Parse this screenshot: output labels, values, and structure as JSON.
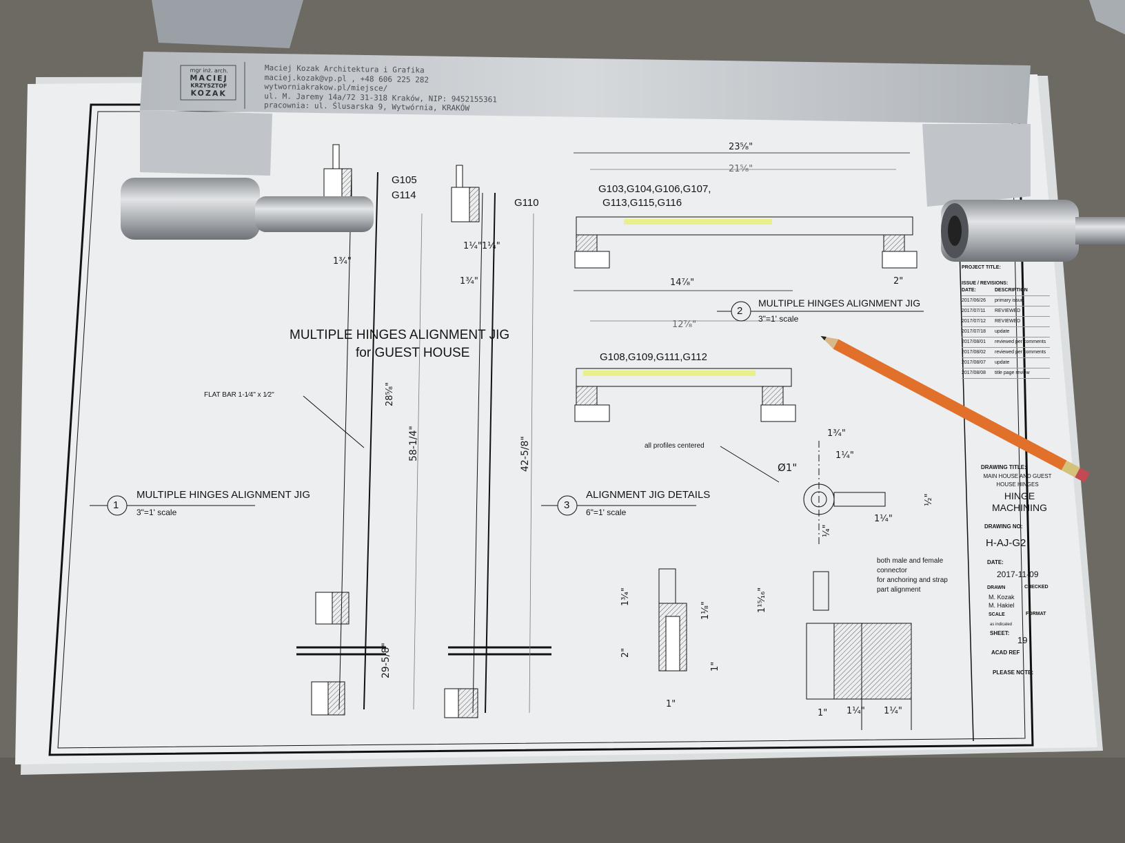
{
  "engraving": {
    "logo_line1": "mgr inż. arch.",
    "logo_line2": "MACIEJ",
    "logo_line3": "KRZYSZTOF",
    "logo_line4": "KOZAK",
    "address": [
      "Maciej Kozak Architektura i Grafika",
      "maciej.kozak@vp.pl , +48 606 225 282",
      "wytworniakrakow.pl/miejsce/",
      "ul. M. Jaremy 14a/72 31-318 Kraków, NIP: 9452155361",
      "pracownia: ul. Ślusarska 9, Wytwórnia, KRAKÓW"
    ]
  },
  "drawing": {
    "main_title_line1": "MULTIPLE HINGES ALIGNMENT JIG",
    "main_title_line2": "for GUEST HOUSE",
    "view1": {
      "number": "1",
      "title": "MULTIPLE HINGES ALIGNMENT JIG",
      "scale": "3\"=1' scale"
    },
    "view2": {
      "number": "2",
      "title": "MULTIPLE HINGES ALIGNMENT JIG",
      "scale": "3\"=1' scale"
    },
    "view3": {
      "number": "3",
      "title": "ALIGNMENT JIG DETAILS",
      "scale": "6\"=1' scale"
    },
    "labels": {
      "g105": "G105",
      "g114": "G114",
      "g110": "G110",
      "group_a_line1": "G103,G104,G106,G107,",
      "group_a_line2": "G113,G115,G116",
      "group_b": "G108,G109,G111,G112",
      "flat_bar": "FLAT BAR 1-1⁄4\" x 1⁄2\"",
      "all_profiles": "all profiles centered",
      "connector_note": [
        "both male and female",
        "connector",
        "for anchoring and strap",
        "part alignment"
      ]
    },
    "dims": {
      "d_23_5_8": "23⁵⁄₈\"",
      "d_21_5_8": "21⁵⁄₈\"",
      "d_14_7_8": "14⁷⁄₈\"",
      "d_12_7_8": "12⁷⁄₈\"",
      "d_13_4a": "1³⁄₄\"",
      "d_13_4b": "1³⁄₄\"",
      "d_11_4_11_4": "1¹⁄₄\"1¹⁄₄\"",
      "d_2": "2\"",
      "d_28_5_8": "28⁵⁄₈\"",
      "d_58_1_4": "58-1/4\"",
      "d_42_5_8": "42-5/8\"",
      "d_29_5_8": "29-5/8\"",
      "d_dia": "Ø1\"",
      "d_1_2": "¹⁄₂\"",
      "d_1_4": "¹⁄₄\"",
      "d_11_4": "1¹⁄₄\"",
      "d_1": "1\"",
      "d_1_15_16": "1¹⁵⁄₁₆\"",
      "d_1_1_8": "1¹⁄₈\""
    }
  },
  "title_block": {
    "project_title_label": "PROJECT TITLE:",
    "issue_label": "ISSUE / REVISIONS:",
    "date_col": "DATE:",
    "desc_col": "DESCRIPTION",
    "revisions": [
      {
        "date": "2017/06/26",
        "desc": "primary issue"
      },
      {
        "date": "2017/07/11",
        "desc": "REVIEWED"
      },
      {
        "date": "2017/07/12",
        "desc": "REVIEWED"
      },
      {
        "date": "2017/07/18",
        "desc": "update"
      },
      {
        "date": "2017/08/01",
        "desc": "reviewed per comments"
      },
      {
        "date": "2017/08/02",
        "desc": "reviewed per comments"
      },
      {
        "date": "2017/08/07",
        "desc": "update"
      },
      {
        "date": "2017/08/08",
        "desc": "title page review"
      }
    ],
    "drawing_title_label": "DRAWING TITLE:",
    "drawing_title": "MAIN HOUSE AND GUEST HOUSE HINGES",
    "drawing_title_big": "HINGE MACHINING",
    "drawing_no_label": "DRAWING NO:",
    "drawing_no": "H-AJ-G2",
    "date_label": "DATE:",
    "date": "2017-11-09",
    "drawn_label": "DRAWN",
    "checked_label": "CHECKED",
    "drawn_by": "M. Kozak",
    "checked_by": "M. Hakiel",
    "scale_label": "SCALE",
    "format_label": "FORMAT",
    "scale_value": "as indicated",
    "sheet_label": "SHEET:",
    "sheet": "19",
    "acad_label": "ACAD REF",
    "please_note": "PLEASE NOTE:"
  },
  "colors": {
    "bench": "#6e6a64",
    "paper": "#eceeef",
    "aluminum": "#c4c8cc",
    "pencil": "#e0702a",
    "highlight": "#e8f07a"
  }
}
